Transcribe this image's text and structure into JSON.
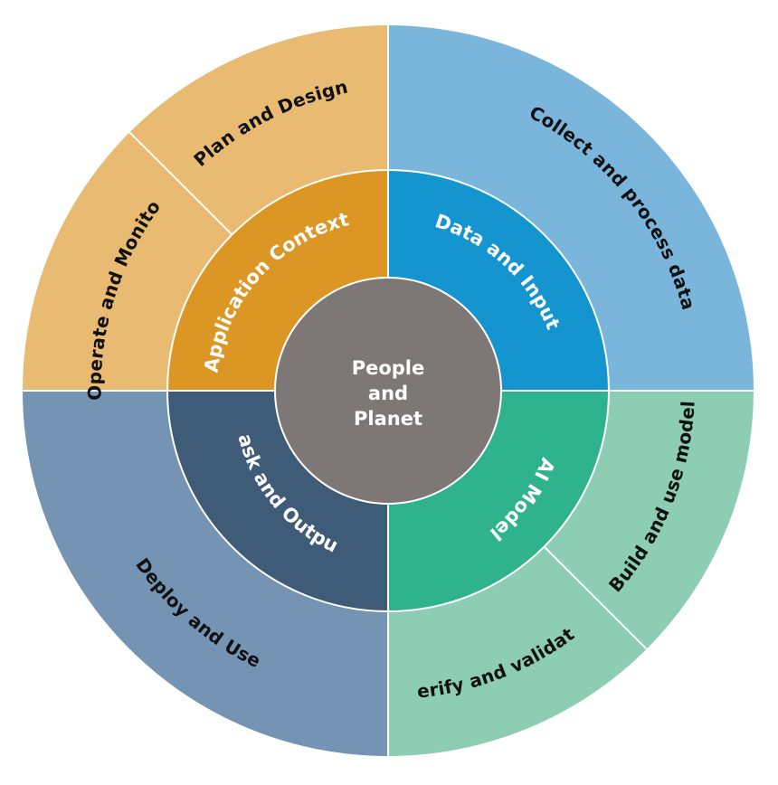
{
  "center": {
    "lines": [
      "People",
      "and",
      "Planet"
    ],
    "color": "#7d7776"
  },
  "inner_ring": [
    {
      "label": "Application Context",
      "color": "#db9623"
    },
    {
      "label": "Data and Input",
      "color": "#1495cf"
    },
    {
      "label": "AI Model",
      "color": "#2fb38d"
    },
    {
      "label": "Task and Output",
      "color": "#3e5b78"
    }
  ],
  "outer_ring": [
    {
      "label": "Plan and Design",
      "color": "#e8ba72"
    },
    {
      "label": "Operate and Monitor",
      "color": "#e8ba72"
    },
    {
      "label": "Collect and process data",
      "color": "#7ab6dc"
    },
    {
      "label": "Build and use model",
      "color": "#8ccdb4"
    },
    {
      "label": "Verify and validate",
      "color": "#8ccdb4"
    },
    {
      "label": "Deploy and Use",
      "color": "#7593b3"
    }
  ]
}
